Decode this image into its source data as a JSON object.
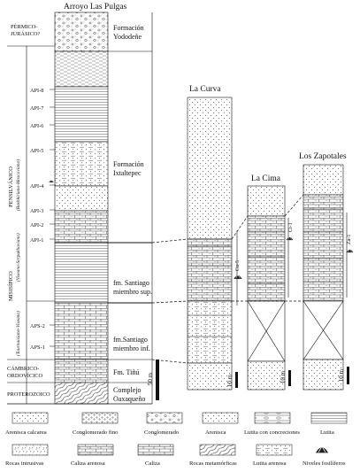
{
  "columns": {
    "main": {
      "title": "Arroyo Las Pulgas"
    },
    "curva": {
      "title": "La Curva"
    },
    "cima": {
      "title": "La Cima"
    },
    "zapotales": {
      "title": "Los Zapotales"
    }
  },
  "periods": {
    "permico": [
      "PÉRMICO-",
      "JURÁSICO?"
    ],
    "pensilvanico": {
      "name": "PENSILVÁNICO",
      "sub": "(Bashkiriano-Moscoviano)"
    },
    "misisipico": {
      "name": "MISISÍPICO",
      "sub1": "(Viseano-Serpukhoviano)",
      "sub2": "(Tournaisiano-Viseano)"
    },
    "cambrico": [
      "CÁMBRICO-",
      "ORDOVÍCICO"
    ],
    "proterozoico": "PROTEROZOICO"
  },
  "formations": {
    "yododene": [
      "Formación",
      "Yododeñe"
    ],
    "ixtaltepec": [
      "Formación",
      "Ixtaltepec"
    ],
    "santiago_sup": [
      "fm. Santiago",
      "miembro sup."
    ],
    "santiago_inf": [
      "fm.Santiago",
      "miembro inf."
    ],
    "tinu": "Fm. Tiñú",
    "oaxaqueno": [
      "Complejo",
      "Oaxaqueño"
    ]
  },
  "beds": [
    "API-8",
    "API-7",
    "API-6",
    "API-5",
    "API-4",
    "API-3",
    "API-2",
    "API-1",
    "APS-2",
    "APS-1"
  ],
  "samples": {
    "curva": "Cu-5",
    "cima": "Ci-1",
    "zapotales": "Za-1"
  },
  "scales": {
    "main": "50 m",
    "curva": "10 m",
    "cima": "10 m",
    "zapotales": "10 m"
  },
  "legend": [
    {
      "id": "arenisca-calcarea",
      "label": "Arenisca calcarea"
    },
    {
      "id": "conglomerado-fino",
      "label": "Conglomerado fino"
    },
    {
      "id": "conglomerado",
      "label": "Conglomerado"
    },
    {
      "id": "arenisca",
      "label": "Arenisca"
    },
    {
      "id": "lutita-concreciones",
      "label": "Lutita con concreciones"
    },
    {
      "id": "lutita",
      "label": "Lutita"
    },
    {
      "id": "rocas-intrusivas",
      "label": "Rocas intrusivas"
    },
    {
      "id": "caliza-arenosa",
      "label": "Caliza arenosa"
    },
    {
      "id": "caliza",
      "label": "Caliza"
    },
    {
      "id": "rocas-metamorficas",
      "label": "Rocas metamórficas"
    },
    {
      "id": "lutita-arenosa",
      "label": "Lutita arenosa"
    },
    {
      "id": "niveles-fosiliferos",
      "label": "Niveles fosilíferos"
    }
  ]
}
